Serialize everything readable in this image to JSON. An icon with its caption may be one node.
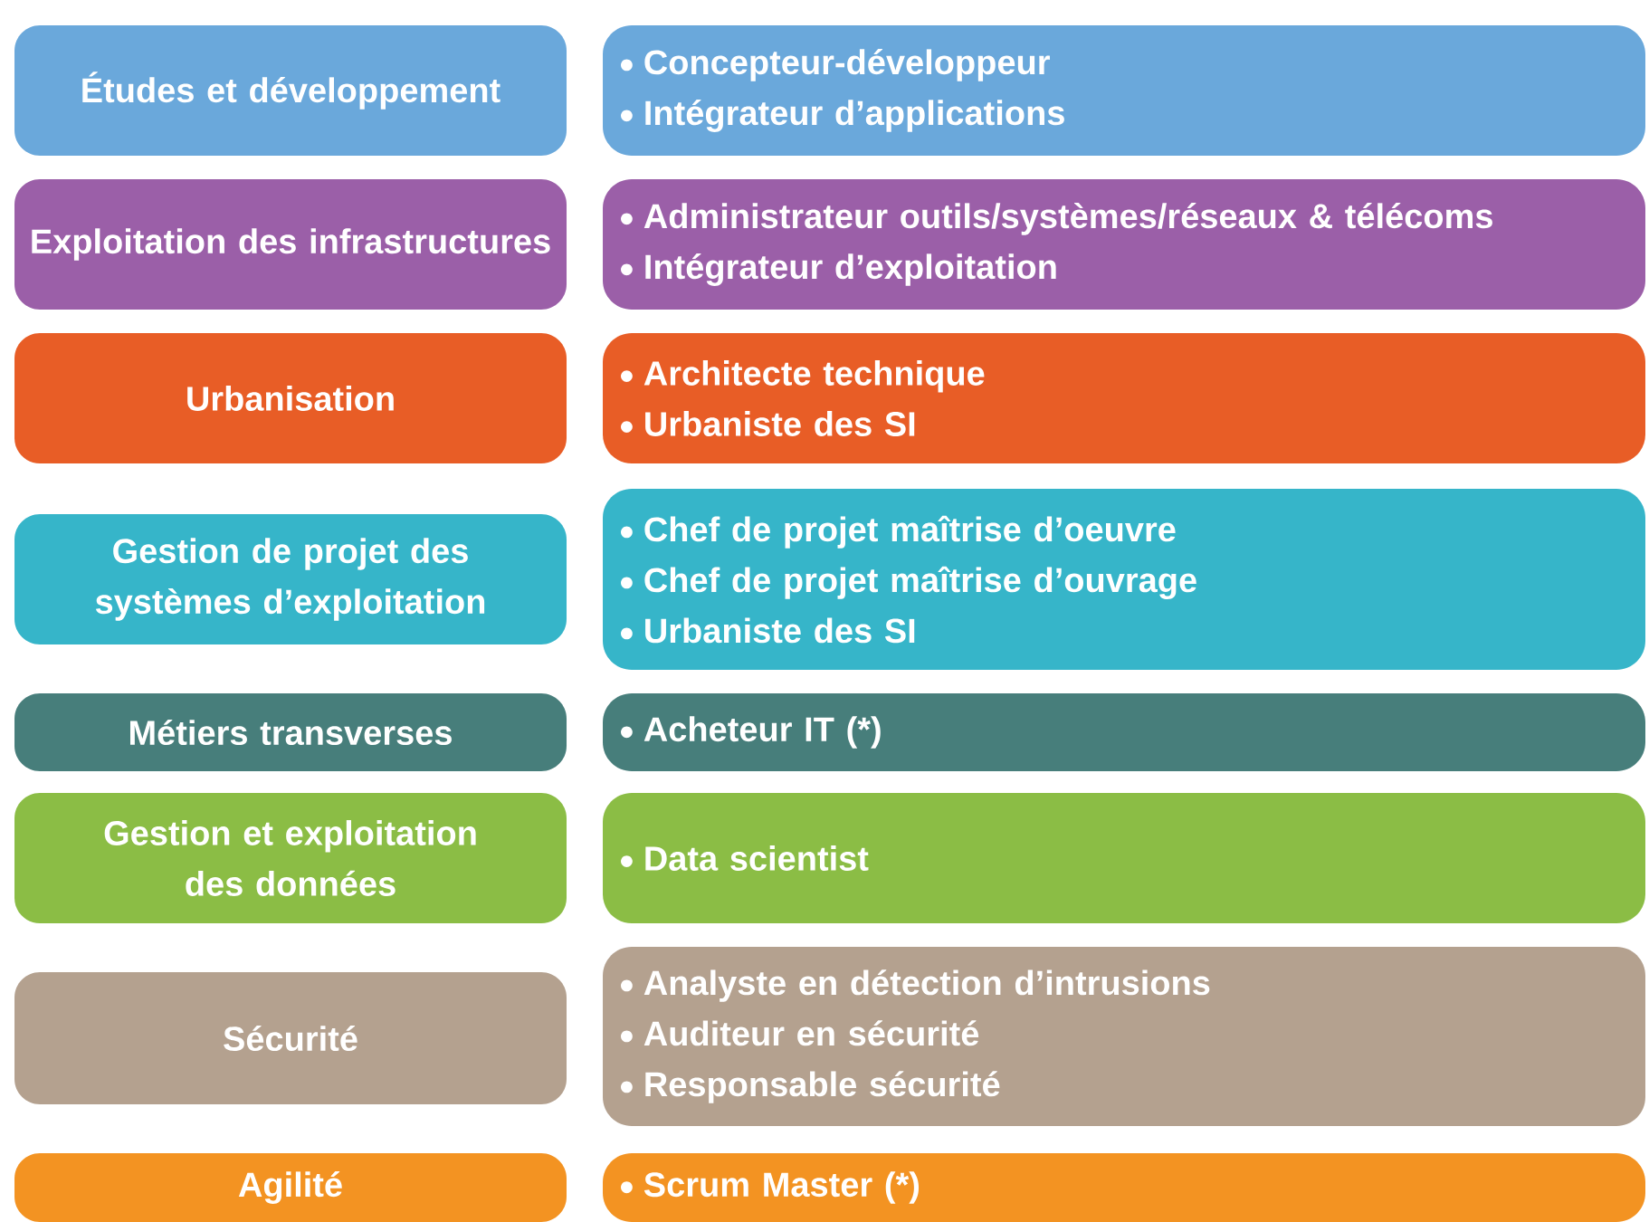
{
  "diagram": {
    "nodes": [
      {
        "text": [
          "Études et développement"
        ]
      },
      {
        "text": [
          "Concepteur-développeur",
          "Intégrateur d’applications"
        ]
      },
      {
        "text": [
          "Exploitation des infrastructures"
        ]
      },
      {
        "text": [
          "Administrateur outils/systèmes/réseaux & télécoms",
          "Intégrateur d’exploitation"
        ]
      },
      {
        "text": [
          "Urbanisation"
        ]
      },
      {
        "text": [
          "Architecte technique",
          "Urbaniste des SI"
        ]
      },
      {
        "text": [
          "Gestion de projet des systèmes d’exploitation"
        ]
      },
      {
        "text": [
          "Chef de projet maîtrise d’oeuvre",
          "Chef de projet maîtrise d’ouvrage",
          "Urbaniste des SI"
        ]
      },
      {
        "text": [
          "Métiers transverses"
        ]
      },
      {
        "text": [
          "Acheteur IT (*)"
        ]
      },
      {
        "text": [
          "Gestion et exploitation des données"
        ]
      },
      {
        "text": [
          "Data scientist"
        ]
      },
      {
        "text": [
          "Sécurité"
        ]
      },
      {
        "text": [
          "Analyste en détection d’intrusions",
          "Auditeur en sécurité",
          "Responsable sécurité"
        ]
      },
      {
        "text": [
          "Agilité"
        ]
      },
      {
        "text": [
          "Scrum Master (*)"
        ]
      }
    ]
  }
}
